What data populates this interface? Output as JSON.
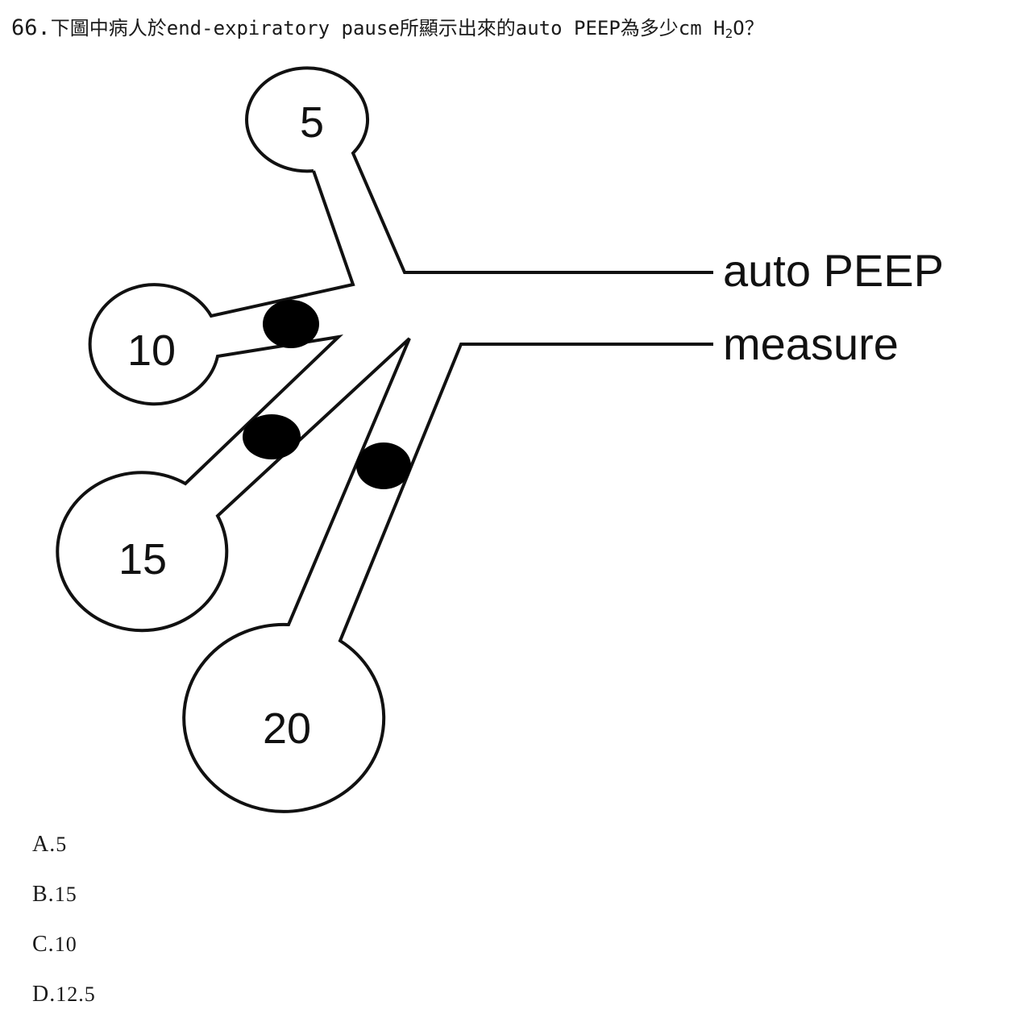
{
  "question": {
    "number": "66.",
    "text_before_sub": "下圖中病人於end-expiratory pause所顯示出來的auto PEEP為多少cm H",
    "subscript": "2",
    "text_after_sub": "O？"
  },
  "diagram": {
    "alveoli_labels": [
      "5",
      "10",
      "15",
      "20"
    ],
    "label_line1": "auto PEEP",
    "label_line2": "measure"
  },
  "options": [
    {
      "letter": "A.",
      "value": "5"
    },
    {
      "letter": "B.",
      "value": "15"
    },
    {
      "letter": "C.",
      "value": "10"
    },
    {
      "letter": "D.",
      "value": "12.5"
    }
  ]
}
